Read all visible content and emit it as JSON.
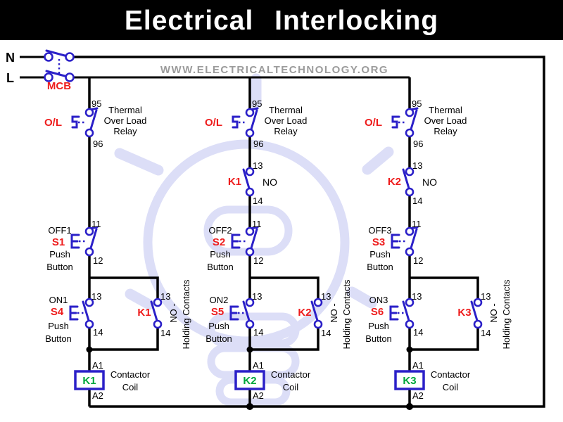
{
  "title": "Electrical Interlocking",
  "watermark": "WWW.ELECTRICALTECHNOLOGY.ORG",
  "colors": {
    "wire": "#000000",
    "symbol_blue": "#2b20c8",
    "label_red": "#ee1c1c",
    "coil_green": "#00a63c",
    "watermark_gray": "#9b9b9b",
    "bulb_watermark": "#dcdef7",
    "banner_bg": "#000000",
    "banner_text": "#ffffff"
  },
  "power": {
    "neutral": "N",
    "line": "L",
    "breaker": "MCB"
  },
  "branches": [
    {
      "overload": {
        "label": "O/L",
        "t_top": "95",
        "t_bottom": "96",
        "desc": [
          "Thermal",
          "Over Load",
          "Relay"
        ]
      },
      "interlock": null,
      "off": {
        "name": "OFF1",
        "ref": "S1",
        "t_top": "11",
        "t_bottom": "12",
        "desc": [
          "Push",
          "Button"
        ]
      },
      "on": {
        "name": "ON1",
        "ref": "S4",
        "t_top": "13",
        "t_bottom": "14",
        "desc": [
          "Push",
          "Button"
        ]
      },
      "hold": {
        "ref": "K1",
        "t_top": "13",
        "t_bottom": "14",
        "note": [
          "NO -",
          "Holding Contacts"
        ]
      },
      "coil": {
        "ref": "K1",
        "t_top": "A1",
        "t_bottom": "A2",
        "desc": [
          "Contactor",
          "Coil"
        ]
      }
    },
    {
      "overload": {
        "label": "O/L",
        "t_top": "95",
        "t_bottom": "96",
        "desc": [
          "Thermal",
          "Over Load",
          "Relay"
        ]
      },
      "interlock": {
        "ref": "K1",
        "type": "NO",
        "t_top": "13",
        "t_bottom": "14"
      },
      "off": {
        "name": "OFF2",
        "ref": "S2",
        "t_top": "11",
        "t_bottom": "12",
        "desc": [
          "Push",
          "Button"
        ]
      },
      "on": {
        "name": "ON2",
        "ref": "S5",
        "t_top": "13",
        "t_bottom": "14",
        "desc": [
          "Push",
          "Button"
        ]
      },
      "hold": {
        "ref": "K2",
        "t_top": "13",
        "t_bottom": "14",
        "note": [
          "NO -",
          "Holding Contacts"
        ]
      },
      "coil": {
        "ref": "K2",
        "t_top": "A1",
        "t_bottom": "A2",
        "desc": [
          "Contactor",
          "Coil"
        ]
      }
    },
    {
      "overload": {
        "label": "O/L",
        "t_top": "95",
        "t_bottom": "96",
        "desc": [
          "Thermal",
          "Over Load",
          "Relay"
        ]
      },
      "interlock": {
        "ref": "K2",
        "type": "NO",
        "t_top": "13",
        "t_bottom": "14"
      },
      "off": {
        "name": "OFF3",
        "ref": "S3",
        "t_top": "11",
        "t_bottom": "12",
        "desc": [
          "Push",
          "Button"
        ]
      },
      "on": {
        "name": "ON3",
        "ref": "S6",
        "t_top": "13",
        "t_bottom": "14",
        "desc": [
          "Push",
          "Button"
        ]
      },
      "hold": {
        "ref": "K3",
        "t_top": "13",
        "t_bottom": "14",
        "note": [
          "NO -",
          "Holding Contacts"
        ]
      },
      "coil": {
        "ref": "K3",
        "t_top": "A1",
        "t_bottom": "A2",
        "desc": [
          "Contactor",
          "Coil"
        ]
      }
    }
  ]
}
